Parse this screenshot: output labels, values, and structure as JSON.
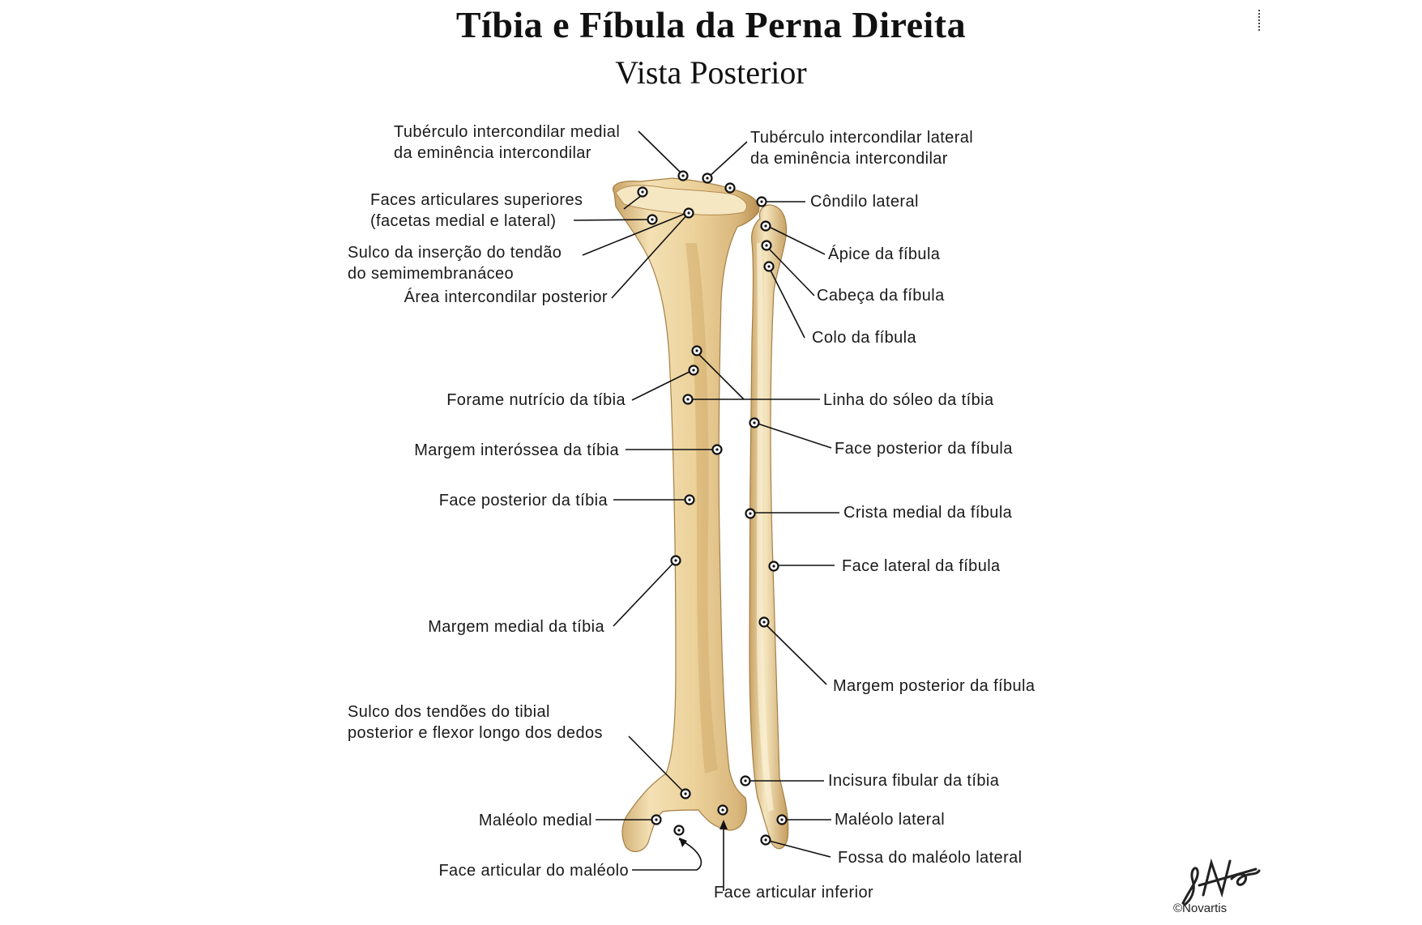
{
  "header": {
    "title": "Tíbia e Fíbula da Perna Direita",
    "subtitle": "Vista Posterior"
  },
  "labels": {
    "tub_medial": [
      "Tubérculo intercondilar medial",
      "da eminência intercondilar"
    ],
    "tub_lateral": [
      "Tubérculo intercondilar lateral",
      "da eminência intercondilar"
    ],
    "faces_articulares": [
      "Faces articulares superiores",
      "(facetas medial e lateral)"
    ],
    "condilo_lateral": "Côndilo lateral",
    "sulco_semimembranaceo": [
      "Sulco da inserção do tendão",
      "do semimembranáceo"
    ],
    "apice_fibula": "Ápice da fíbula",
    "area_intercondilar": "Área intercondilar posterior",
    "cabeca_fibula": "Cabeça da fíbula",
    "colo_fibula": "Colo da fíbula",
    "forame_nutricio": "Forame nutrício da tíbia",
    "linha_soleo": "Linha do sóleo da tíbia",
    "margem_interossea": "Margem interóssea da tíbia",
    "face_post_fibula": "Face posterior da fíbula",
    "face_post_tibia": "Face posterior da tíbia",
    "crista_medial_fibula": "Crista medial da fíbula",
    "face_lateral_fibula": "Face lateral da fíbula",
    "margem_medial_tibia": "Margem medial da tíbia",
    "margem_post_fibula": "Margem posterior da fíbula",
    "sulco_tendoes": [
      "Sulco dos tendões do tibial",
      "posterior e flexor longo dos dedos"
    ],
    "incisura_fibular": "Incisura fibular da tíbia",
    "maleolo_medial": "Maléolo medial",
    "maleolo_lateral": "Maléolo lateral",
    "fossa_maleolo_lateral": "Fossa do maléolo lateral",
    "face_articular_maleolo": "Face articular do maléolo",
    "face_articular_inferior": "Face articular inferior"
  },
  "credit": {
    "copyright": "©Novartis"
  },
  "colors": {
    "bone": "#ecd29b",
    "bone_shadow": "#c9a263",
    "bone_highlight": "#f8ecc9",
    "leader": "#111111"
  }
}
